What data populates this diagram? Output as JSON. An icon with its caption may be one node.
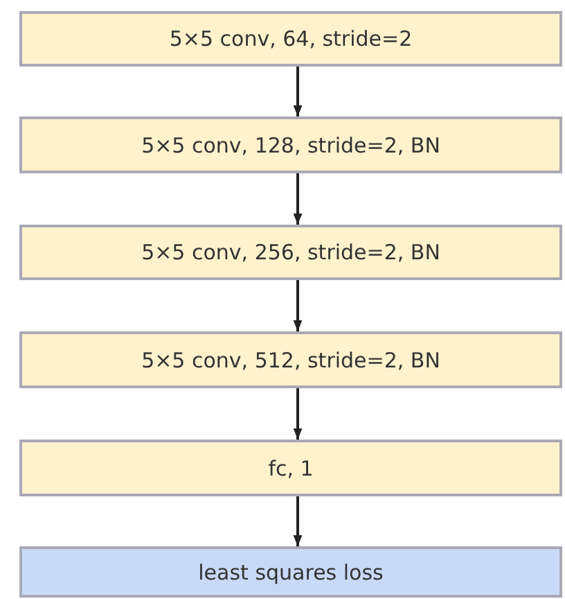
{
  "diagram": {
    "nodes": [
      {
        "text": [
          "5×5 conv, 64, stride=2"
        ]
      },
      {
        "text": [
          "5×5 conv, 128, stride=2, BN"
        ]
      },
      {
        "text": [
          "5×5 conv, 256, stride=2, BN"
        ]
      },
      {
        "text": [
          "5×5 conv, 512, stride=2, BN"
        ]
      },
      {
        "text": [
          "fc, 1"
        ]
      },
      {
        "text": [
          "least squares loss"
        ]
      }
    ],
    "edges": [
      {
        "from": 0,
        "to": 1,
        "arrow": "to"
      },
      {
        "from": 1,
        "to": 2,
        "arrow": "to"
      },
      {
        "from": 2,
        "to": 3,
        "arrow": "to"
      },
      {
        "from": 3,
        "to": 4,
        "arrow": "to"
      },
      {
        "from": 4,
        "to": 5,
        "arrow": "to"
      }
    ]
  }
}
